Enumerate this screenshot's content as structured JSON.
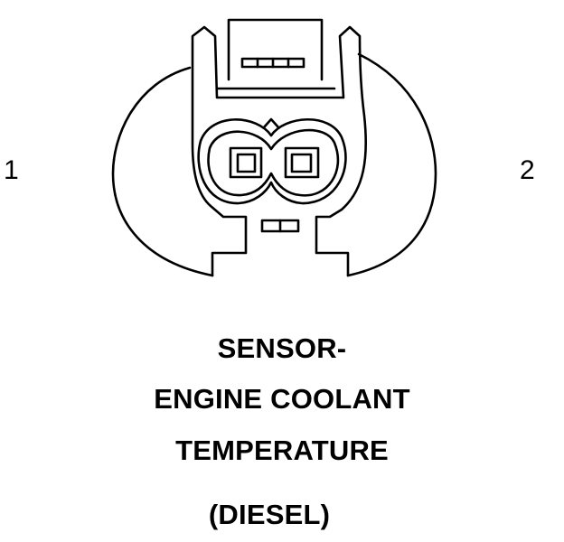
{
  "pins": [
    {
      "label": "1"
    },
    {
      "label": "2"
    }
  ],
  "caption": {
    "line1": "SENSOR-",
    "line2": "ENGINE COOLANT",
    "line3": "TEMPERATURE",
    "line4": "(DIESEL)"
  },
  "colors": {
    "line": "#000000",
    "background": "#ffffff"
  }
}
